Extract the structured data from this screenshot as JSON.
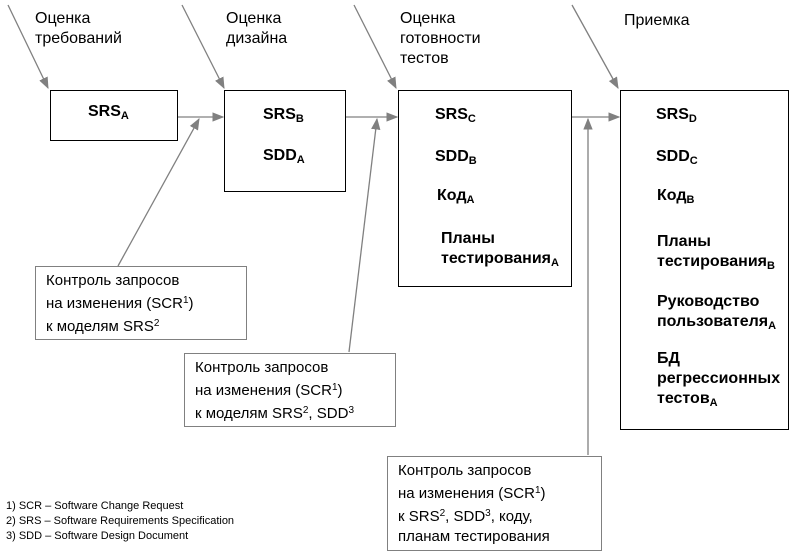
{
  "stages": [
    {
      "title": [
        "Оценка",
        "требований"
      ]
    },
    {
      "title": [
        "Оценка",
        "дизайна"
      ]
    },
    {
      "title": [
        "Оценка",
        "готовности",
        "тестов"
      ]
    },
    {
      "title": [
        "Приемка"
      ]
    }
  ],
  "boxes": [
    {
      "items": [
        {
          "name": "SRS",
          "sub": "A"
        }
      ]
    },
    {
      "items": [
        {
          "name": "SRS",
          "sub": "B"
        },
        {
          "name": "SDD",
          "sub": "A"
        }
      ]
    },
    {
      "items": [
        {
          "name": "SRS",
          "sub": "C"
        },
        {
          "name": "SDD",
          "sub": "B"
        },
        {
          "name": "Код",
          "sub": "A"
        },
        {
          "name": "Планы",
          "sub": ""
        },
        {
          "name": "тестирования",
          "sub": "A"
        }
      ]
    },
    {
      "items": [
        {
          "name": "SRS",
          "sub": "D"
        },
        {
          "name": "SDD",
          "sub": "C"
        },
        {
          "name": "Код",
          "sub": "B"
        },
        {
          "name": "Планы",
          "sub": ""
        },
        {
          "name": "тестирования",
          "sub": "B"
        },
        {
          "name": "Руководство",
          "sub": ""
        },
        {
          "name": "пользователя",
          "sub": "A"
        },
        {
          "name": "БД",
          "sub": ""
        },
        {
          "name": "регрессионных",
          "sub": ""
        },
        {
          "name": "тестов",
          "sub": "A"
        }
      ]
    }
  ],
  "notes": [
    {
      "lines": [
        {
          "text": "Контроль запросов",
          "sup": ""
        },
        {
          "text": "на изменения (SCR",
          "sup": "1",
          "tail": ")"
        },
        {
          "text": "к моделям SRS",
          "sup": "2",
          "tail": ""
        }
      ]
    },
    {
      "lines": [
        {
          "text": "Контроль запросов",
          "sup": ""
        },
        {
          "text": "на изменения (SCR",
          "sup": "1",
          "tail": ")"
        },
        {
          "text": "к моделям SRS",
          "sup": "2",
          "tail": ", SDD",
          "sup2": "3"
        }
      ]
    },
    {
      "lines": [
        {
          "text": "Контроль запросов",
          "sup": ""
        },
        {
          "text": "на изменения (SCR",
          "sup": "1",
          "tail": ")"
        },
        {
          "text": "к SRS",
          "sup": "2",
          "tail": ", SDD",
          "sup2": "3",
          "tail2": ", коду,"
        },
        {
          "text": "планам тестирования",
          "sup": ""
        }
      ]
    }
  ],
  "footnotes": [
    "1) SCR – Software Change Request",
    "2) SRS – Software Requirements Specification",
    "3) SDD – Software Design Document"
  ],
  "colors": {
    "line": "#808080",
    "box_border": "#000000",
    "text": "#000000"
  }
}
